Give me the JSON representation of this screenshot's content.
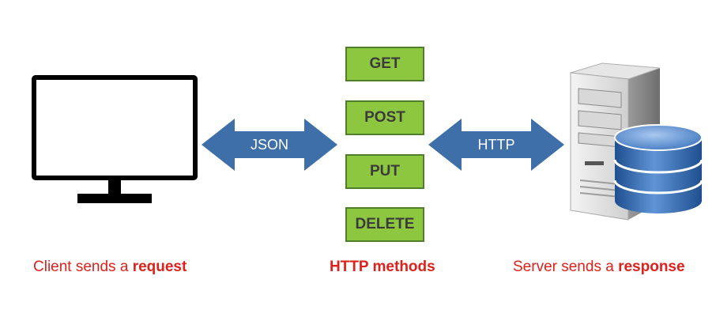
{
  "methods": {
    "get": "GET",
    "post": "POST",
    "put": "PUT",
    "delete": "DELETE"
  },
  "arrows": {
    "left": "JSON",
    "right": "HTTP"
  },
  "captions": {
    "client_prefix": "Client sends a ",
    "client_bold": "request",
    "methods": "HTTP methods",
    "server_prefix": "Server sends a ",
    "server_bold": "response"
  },
  "colors": {
    "method_fill": "#8DC63F",
    "arrow_fill": "#3F6FA8",
    "caption_red": "#E0201B"
  },
  "icons": {
    "client": "monitor-icon",
    "server": "server-database-icon"
  }
}
